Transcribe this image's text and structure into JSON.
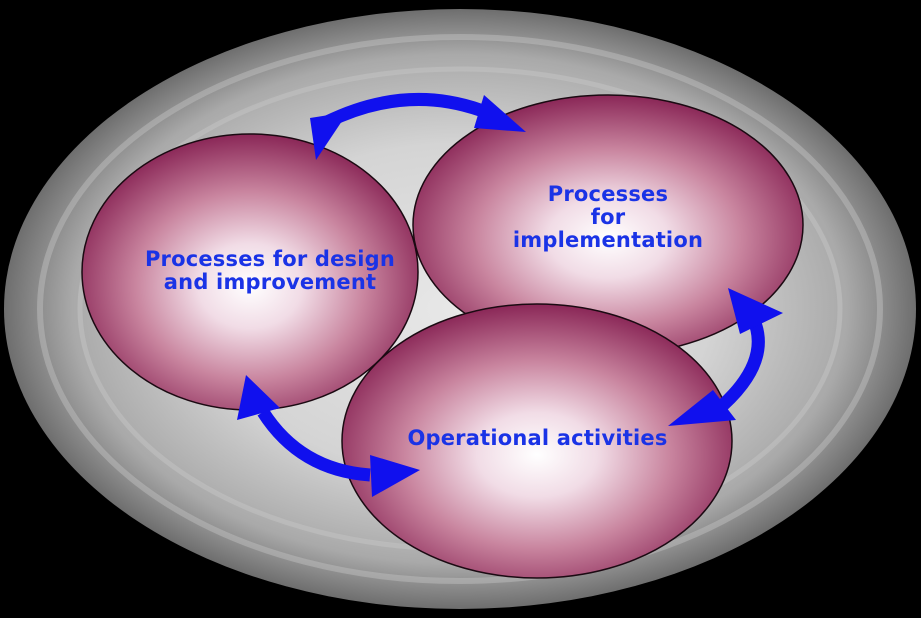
{
  "diagram": {
    "nodes": [
      {
        "id": "design",
        "label": "Processes for design\nand improvement"
      },
      {
        "id": "implementation",
        "label": "Processes\nfor\nimplementation"
      },
      {
        "id": "operational",
        "label": "Operational activities"
      }
    ],
    "edges": [
      {
        "from": "design",
        "to": "implementation",
        "direction": "both"
      },
      {
        "from": "implementation",
        "to": "operational",
        "direction": "both"
      },
      {
        "from": "design",
        "to": "operational",
        "direction": "both"
      }
    ]
  },
  "colors": {
    "background": "#000000",
    "platter_outer": "#6e6e6e",
    "platter_inner": "#e6e6e6",
    "sphere_light": "#ffffff",
    "sphere_mid": "#d9a6bf",
    "sphere_dark": "#8e2a5a",
    "arrow": "#1010ee",
    "label_text": "#1a33e6"
  }
}
